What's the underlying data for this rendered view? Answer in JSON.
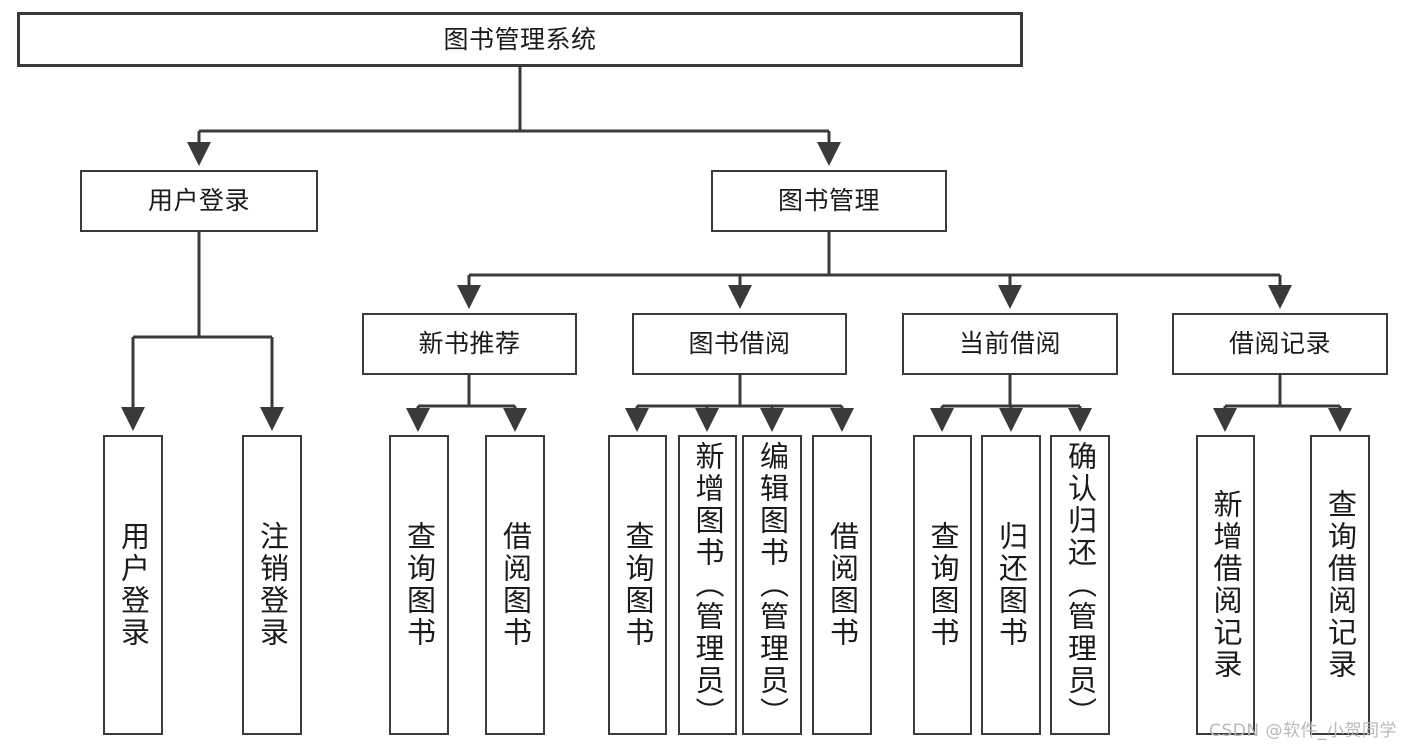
{
  "diagram": {
    "title": "图书管理系统",
    "type": "tree-hierarchy",
    "colors": {
      "stroke": "#3a3a3a",
      "fill": "#ffffff",
      "text": "#1b1b1b",
      "watermark": "#b9b9b9"
    }
  },
  "nodes": {
    "root": {
      "label": "图书管理系统"
    },
    "level2": [
      {
        "label": "用户登录"
      },
      {
        "label": "图书管理"
      }
    ],
    "level3": [
      {
        "label": "新书推荐"
      },
      {
        "label": "图书借阅"
      },
      {
        "label": "当前借阅"
      },
      {
        "label": "借阅记录"
      }
    ],
    "leaves": {
      "user_login": [
        {
          "label": "用户登录"
        },
        {
          "label": "注销登录"
        }
      ],
      "new_book": [
        {
          "label": "查询图书"
        },
        {
          "label": "借阅图书"
        }
      ],
      "book_borrow": [
        {
          "label": "查询图书"
        },
        {
          "label": "新增图书（管理员）"
        },
        {
          "label": "编辑图书（管理员）"
        },
        {
          "label": "借阅图书"
        }
      ],
      "current_borrow": [
        {
          "label": "查询图书"
        },
        {
          "label": "归还图书"
        },
        {
          "label": "确认归还（管理员）"
        }
      ],
      "borrow_record": [
        {
          "label": "新增借阅记录"
        },
        {
          "label": "查询借阅记录"
        }
      ]
    }
  },
  "watermark": {
    "text": "CSDN @软件_小贺同学"
  }
}
